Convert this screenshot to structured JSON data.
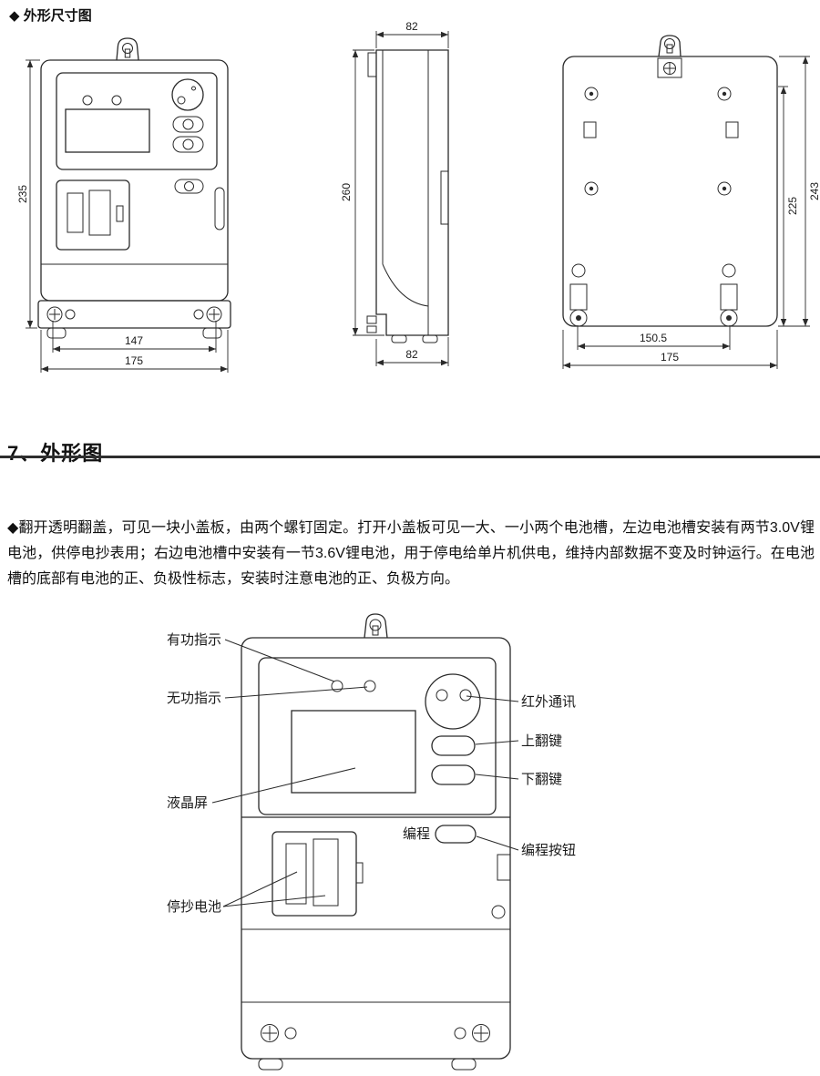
{
  "page": {
    "section1_title": "◆ 外形尺寸图",
    "section2_heading": "7、外形图",
    "paragraph": "◆翻开透明翻盖，可见一块小盖板，由两个螺钉固定。打开小盖板可见一大、一小两个电池槽，左边电池槽安装有两节3.0V锂电池，供停电抄表用；右边电池槽中安装有一节3.6V锂电池，用于停电给单片机供电，维持内部数据不变及时钟运行。在电池槽的底部有电池的正、负极性标志，安装时注意电池的正、负极方向。"
  },
  "dimensions": {
    "front": {
      "height": "235",
      "width_inner": "147",
      "width_outer": "175"
    },
    "side": {
      "width_top": "82",
      "height": "260",
      "width_bottom": "82"
    },
    "back": {
      "height_inner": "225",
      "height_outer": "243",
      "width_inner": "150.5",
      "width_outer": "175"
    }
  },
  "labels": {
    "active_indicator": "有功指示",
    "reactive_indicator": "无功指示",
    "lcd_screen": "液晶屏",
    "backup_battery": "停抄电池",
    "infrared_comm": "红外通讯",
    "up_key": "上翻键",
    "down_key": "下翻键",
    "programming": "编程",
    "programming_button": "编程按钮"
  },
  "colors": {
    "ink": "#2a2a2a",
    "heading_rule": "#2e2e2e"
  }
}
